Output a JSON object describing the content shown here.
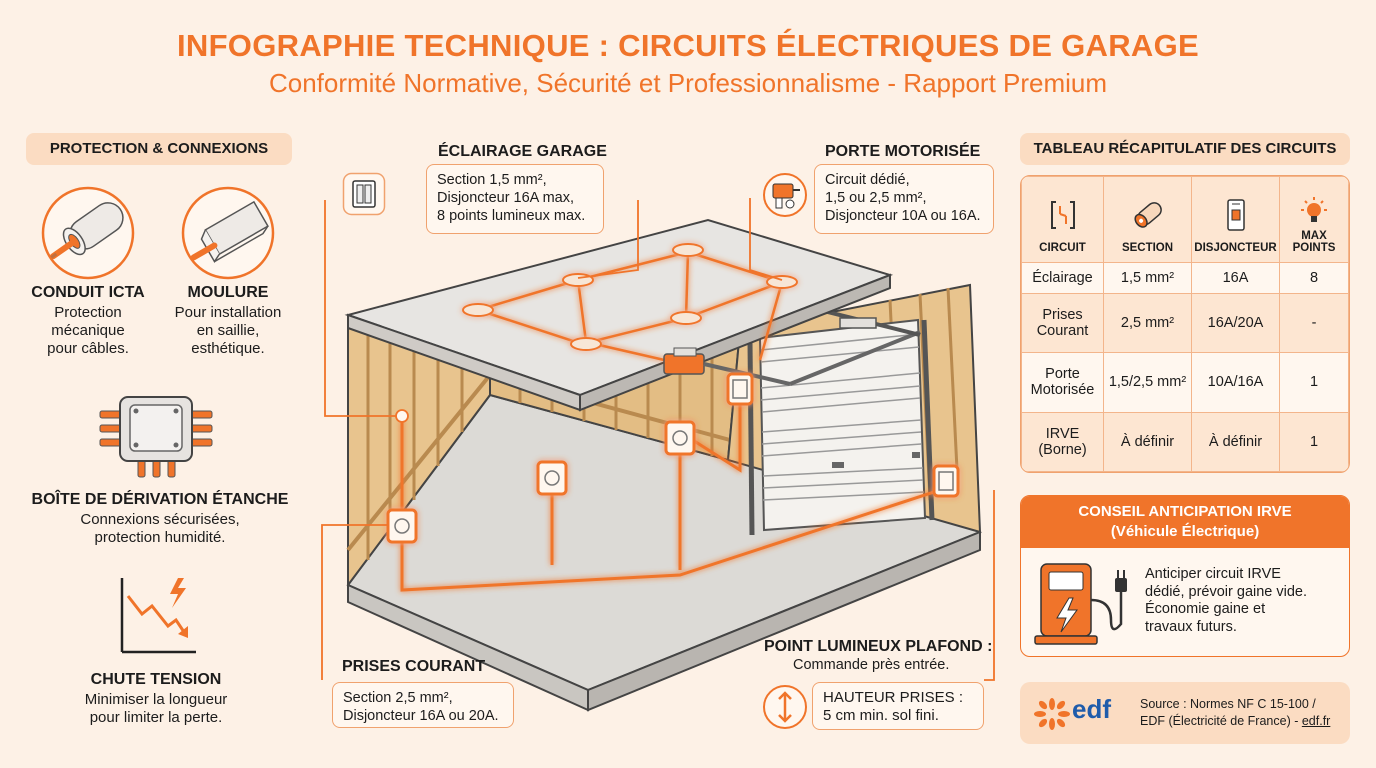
{
  "header": {
    "title": "INFOGRAPHIE TECHNIQUE : CIRCUITS ÉLECTRIQUES DE GARAGE",
    "subtitle": "Conformité Normative, Sécurité et Professionnalisme - Rapport Premium"
  },
  "left": {
    "section_title": "PROTECTION & CONNEXIONS",
    "conduit": {
      "title": "CONDUIT ICTA",
      "lines": [
        "Protection",
        "mécanique",
        "pour câbles."
      ]
    },
    "moulure": {
      "title": "MOULURE",
      "lines": [
        "Pour installation",
        "en saillie,",
        "esthétique."
      ]
    },
    "boite": {
      "title": "BOÎTE DE DÉRIVATION ÉTANCHE",
      "lines": [
        "Connexions sécurisées,",
        "protection humidité."
      ]
    },
    "chute": {
      "title": "CHUTE TENSION",
      "lines": [
        "Minimiser la longueur",
        "pour limiter la perte."
      ]
    }
  },
  "callouts": {
    "eclairage": {
      "title": "ÉCLAIRAGE GARAGE",
      "lines": [
        "Section 1,5 mm²,",
        "Disjoncteur 16A max,",
        "8 points lumineux max."
      ]
    },
    "porte": {
      "title": "PORTE MOTORISÉE",
      "lines": [
        "Circuit dédié,",
        "1,5 ou 2,5 mm²,",
        "Disjoncteur 10A ou 16A."
      ]
    },
    "prises": {
      "title": "PRISES COURANT",
      "lines": [
        "Section 2,5 mm²,",
        "Disjoncteur 16A ou 20A."
      ]
    },
    "plafond": {
      "title": "POINT LUMINEUX PLAFOND :",
      "subtitle": "Commande près entrée."
    },
    "hauteur": {
      "lines": [
        "HAUTEUR PRISES :",
        "5 cm min. sol fini."
      ]
    }
  },
  "table": {
    "title": "TABLEAU RÉCAPITULATIF DES CIRCUITS",
    "headers": [
      "CIRCUIT",
      "SECTION",
      "DISJONCTEUR",
      "MAX POINTS"
    ],
    "rows": [
      [
        "Éclairage",
        "1,5 mm²",
        "16A",
        "8"
      ],
      [
        "Prises Courant",
        "2,5 mm²",
        "16A/20A",
        "-"
      ],
      [
        "Porte Motorisée",
        "1,5/2,5 mm²",
        "10A/16A",
        "1"
      ],
      [
        "IRVE (Borne)",
        "À définir",
        "À définir",
        "1"
      ]
    ]
  },
  "irve": {
    "title_line1": "CONSEIL ANTICIPATION IRVE",
    "title_line2": "(Véhicule Électrique)",
    "lines": [
      "Anticiper circuit IRVE",
      "dédié, prévoir gaine vide.",
      "Économie gaine et",
      "travaux futurs."
    ]
  },
  "edf": {
    "logo_text": "edf",
    "source_line1": "Source : Normes NF C 15-100 /",
    "source_line2_prefix": "EDF (Électricité de France) - ",
    "source_link": "edf.fr"
  },
  "colors": {
    "accent": "#f0742a",
    "background": "#fdf1e6",
    "pill": "#fbdcc2",
    "wood": "#e8c48e"
  }
}
